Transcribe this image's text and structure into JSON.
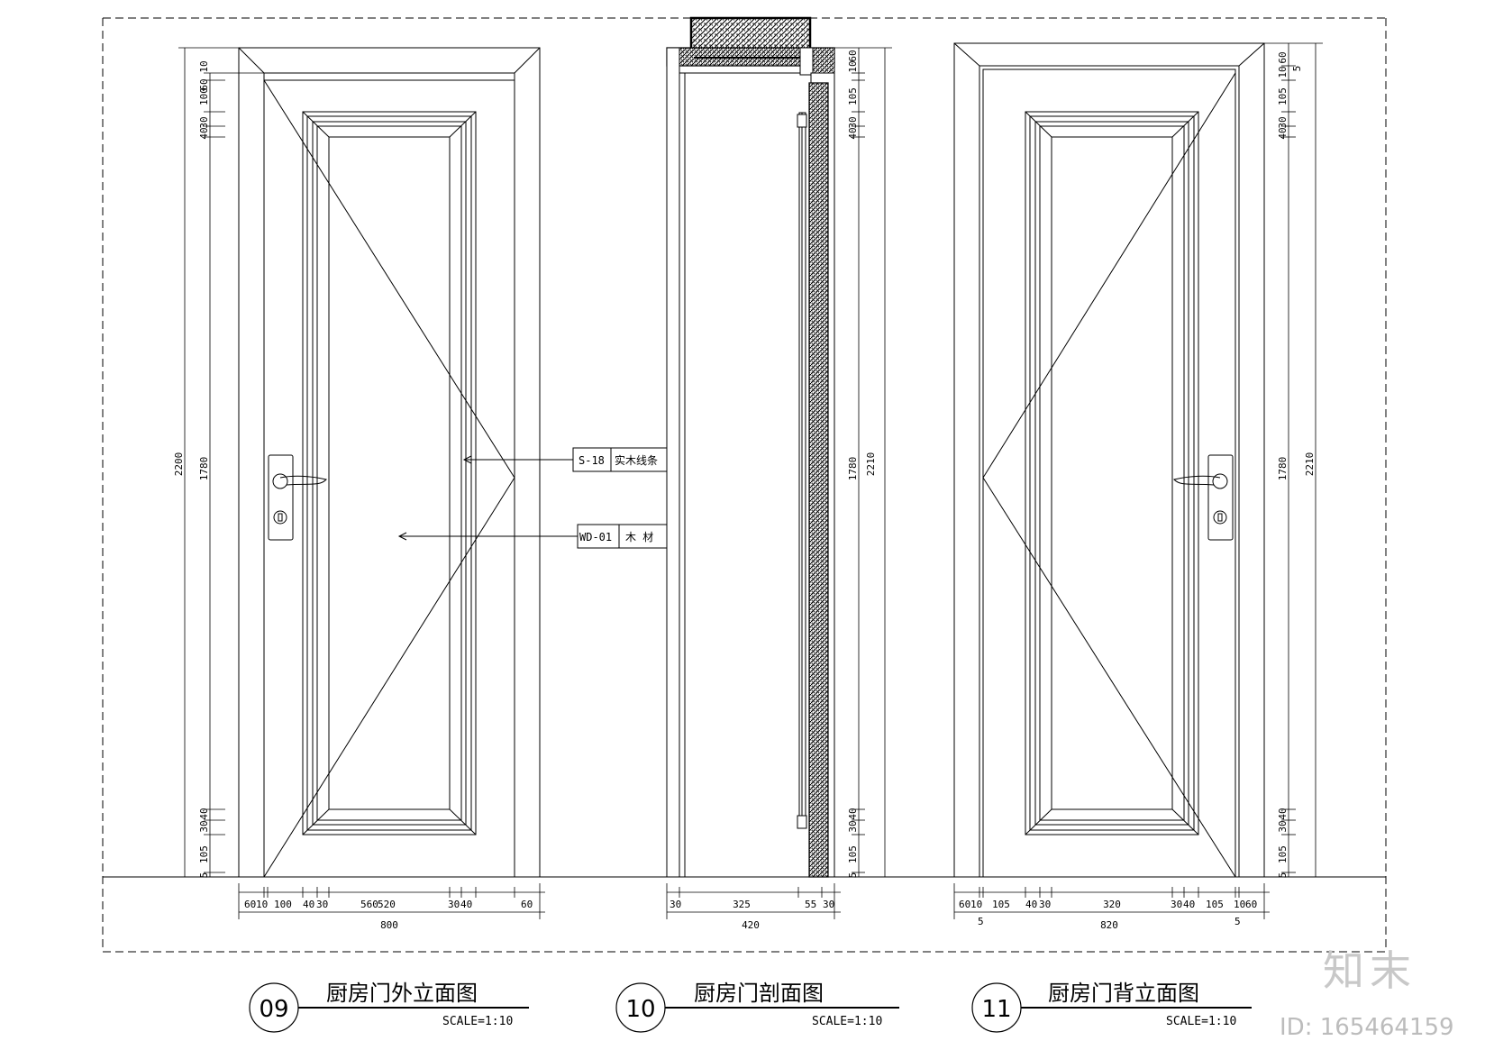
{
  "drawings": [
    {
      "number": "09",
      "title": "厨房门外立面图",
      "scale": "SCALE=1:10",
      "overall_width": "800",
      "overall_height": "2200",
      "panel_height": "1780",
      "bottom_dims": [
        "60",
        "10",
        "100",
        "40",
        "30",
        "560",
        "520",
        "30",
        "40",
        "60"
      ],
      "left_dims_top": [
        "10",
        "60",
        "100",
        "30",
        "40"
      ],
      "left_dims_bottom": [
        "40",
        "30",
        "105",
        "5"
      ]
    },
    {
      "number": "10",
      "title": "厨房门剖面图",
      "scale": "SCALE=1:10",
      "overall_width": "420",
      "overall_height": "2210",
      "panel_height": "1780",
      "bottom_dims": [
        "30",
        "325",
        "55",
        "30"
      ],
      "right_dims_top": [
        "10",
        "60",
        "105",
        "30",
        "40"
      ],
      "right_dims_bottom": [
        "40",
        "30",
        "105",
        "5"
      ]
    },
    {
      "number": "11",
      "title": "厨房门背立面图",
      "scale": "SCALE=1:10",
      "overall_width": "820",
      "overall_height": "2210",
      "panel_height": "1780",
      "bottom_dims": [
        "60",
        "10",
        "105",
        "40",
        "30",
        "320",
        "30",
        "40",
        "105",
        "10",
        "60"
      ],
      "bottom_small": [
        "5",
        "5"
      ],
      "right_dims_top": [
        "10",
        "60",
        "105",
        "30",
        "40",
        "5"
      ],
      "right_dims_bottom": [
        "40",
        "30",
        "105",
        "5"
      ]
    }
  ],
  "callouts": [
    {
      "code": "S-18",
      "material": "实木线条"
    },
    {
      "code": "WD-01",
      "material": "木 材"
    }
  ],
  "watermark": {
    "logo": "知末",
    "id": "ID: 165464159"
  }
}
